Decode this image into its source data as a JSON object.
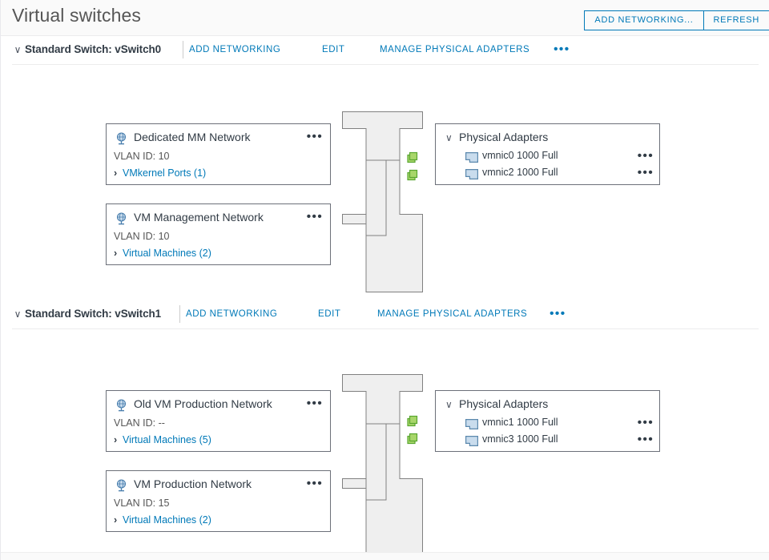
{
  "header": {
    "title": "Virtual switches",
    "actions": [
      {
        "label": "ADD NETWORKING...",
        "name": "add-networking-button"
      },
      {
        "label": "REFRESH",
        "name": "refresh-button"
      }
    ]
  },
  "colors": {
    "link": "#0079b8",
    "text": "#313b45",
    "muted": "#565656",
    "card_border": "#6c7079",
    "switch_fill": "#efefef",
    "switch_stroke": "#808080",
    "connector_green": "#8dc63f",
    "connector_green_fill": "#a8d66a"
  },
  "switches": [
    {
      "name": "Standard Switch: vSwitch0",
      "toolbar": {
        "add_networking": "ADD NETWORKING",
        "edit": "EDIT",
        "manage_physical_adapters": "MANAGE PHYSICAL ADAPTERS",
        "more": "•••"
      },
      "port_groups": [
        {
          "title": "Dedicated MM Network",
          "vlan": "VLAN ID: 10",
          "expand": "VMkernel Ports (1)",
          "more": "•••"
        },
        {
          "title": "VM Management Network",
          "vlan": "VLAN ID: 10",
          "expand": "Virtual Machines (2)",
          "more": "•••"
        }
      ],
      "physical_adapters": {
        "heading": "Physical Adapters",
        "rows": [
          {
            "label": "vmnic0 1000 Full",
            "more": "•••"
          },
          {
            "label": "vmnic2 1000 Full",
            "more": "•••"
          }
        ]
      }
    },
    {
      "name": "Standard Switch: vSwitch1",
      "toolbar": {
        "add_networking": "ADD NETWORKING",
        "edit": "EDIT",
        "manage_physical_adapters": "MANAGE PHYSICAL ADAPTERS",
        "more": "•••"
      },
      "port_groups": [
        {
          "title": "Old VM Production Network",
          "vlan": "VLAN ID: --",
          "expand": "Virtual Machines (5)",
          "more": "•••"
        },
        {
          "title": "VM Production Network",
          "vlan": "VLAN ID: 15",
          "expand": "Virtual Machines (2)",
          "more": "•••"
        }
      ],
      "physical_adapters": {
        "heading": "Physical Adapters",
        "rows": [
          {
            "label": "vmnic1 1000 Full",
            "more": "•••"
          },
          {
            "label": "vmnic3 1000 Full",
            "more": "•••"
          }
        ]
      }
    }
  ],
  "icons": {
    "collapse_caret": "∨",
    "expand_caret": "›"
  }
}
